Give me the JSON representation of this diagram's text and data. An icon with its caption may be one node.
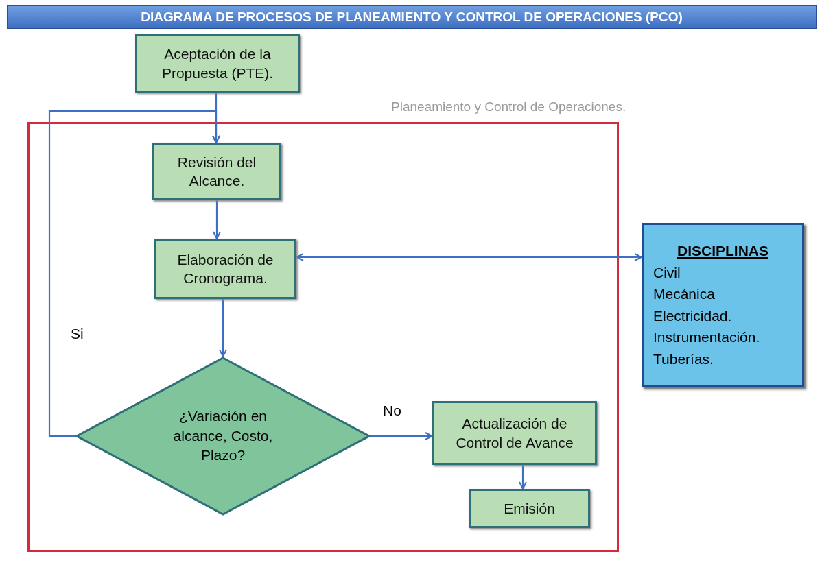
{
  "diagram": {
    "title": "DIAGRAMA DE PROCESOS DE PLANEAMIENTO Y CONTROL DE OPERACIONES (PCO)",
    "nodes": [
      {
        "text": [
          "Aceptación de la Propuesta (PTE)."
        ]
      },
      {
        "text": [],
        "shape": "box",
        "beside": [
          "Planeamiento y Control de Operaciones."
        ]
      },
      {
        "text": [
          "Revisión del Alcance."
        ],
        "in": 1
      },
      {
        "text": [
          "Elaboración de Cronograma."
        ],
        "in": 1
      },
      {
        "text": [
          "¿Variación en alcance, Costo, Plazo?"
        ],
        "in": 1
      },
      {
        "text": [
          "Actualización de Control de Avance"
        ],
        "in": 1
      },
      {
        "text": [
          "Emisión"
        ],
        "in": 1
      },
      {
        "text": [
          "DISCIPLINAS",
          "Civil",
          "Mecánica",
          "Electricidad.",
          "Instrumentación.",
          "Tuberías."
        ]
      }
    ],
    "edges": [
      {
        "from": 0,
        "to": 2,
        "arrow": "to"
      },
      {
        "from": 2,
        "to": 3,
        "arrow": "to"
      },
      {
        "from": 3,
        "to": 7,
        "arrow": "both"
      },
      {
        "from": 3,
        "to": 4,
        "arrow": "to"
      },
      {
        "from": 4,
        "to": 2,
        "arrow": "to",
        "label": "Si"
      },
      {
        "from": 4,
        "to": 5,
        "arrow": "to",
        "label": "No"
      },
      {
        "from": 5,
        "to": 6,
        "arrow": "to"
      }
    ]
  }
}
